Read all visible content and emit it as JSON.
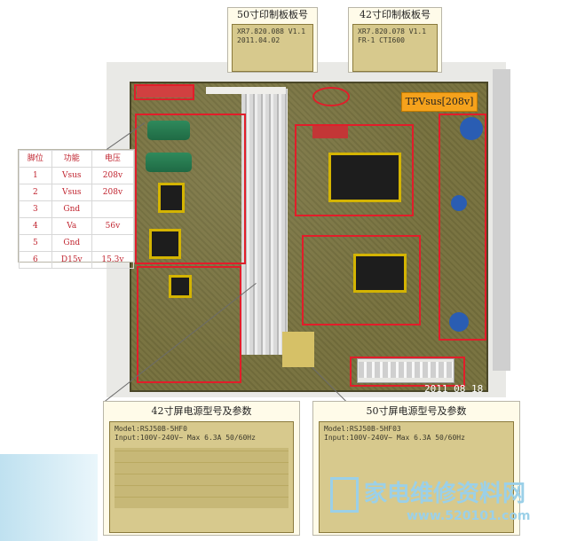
{
  "callouts": {
    "top_left": "50寸印制板板号",
    "top_right": "42寸印制板板号",
    "bottom_left": "42寸屏电源型号及参数",
    "bottom_right": "50寸屏电源型号及参数",
    "tpv_label": "TPVsus[208v]"
  },
  "pcb_labels": {
    "top_left": [
      "XR7.820.088 V1.1",
      "2011.04.02"
    ],
    "top_right": [
      "XR7.820.078 V1.1",
      "FR-1 CTI600"
    ],
    "bottom_left": [
      "Model:RSJ50B-5HF0",
      "Input:100V-240V~ Max 6.3A 50/60Hz"
    ],
    "bottom_right": [
      "Model:RSJ50B-5HF03",
      "Input:100V-240V~ Max 6.3A 50/60Hz"
    ],
    "date_stamp": "2011 08 18"
  },
  "pin_table": {
    "headers": [
      "脚位",
      "功能",
      "电压"
    ],
    "rows": [
      [
        "1",
        "Vsus",
        "208v"
      ],
      [
        "2",
        "Vsus",
        "208v"
      ],
      [
        "3",
        "Gnd",
        ""
      ],
      [
        "4",
        "Va",
        "56v"
      ],
      [
        "5",
        "Gnd",
        ""
      ],
      [
        "6",
        "D15v",
        "15.3v"
      ]
    ]
  },
  "watermark": {
    "text": "家电维修资料网",
    "url": "www.520101.com"
  },
  "colors": {
    "highlight_red": "#e21d2a",
    "tpv_orange": "#f5a21c",
    "watermark_blue": "#9bd0e8"
  }
}
